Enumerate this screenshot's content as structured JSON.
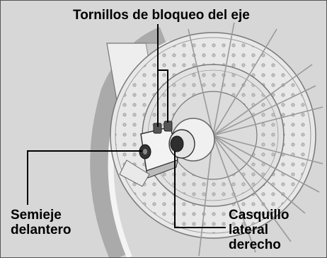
{
  "labels": {
    "axle_bolts": "Tornillos de bloqueo del eje",
    "front_axle": {
      "line1": "Semieje",
      "line2": "delantero"
    },
    "right_collar": {
      "line1": "Casquillo",
      "line2": "lateral",
      "line3": "derecho"
    }
  },
  "colors": {
    "background": "#d7d7d7",
    "frame_border": "#555555",
    "callout_line": "#000000"
  }
}
